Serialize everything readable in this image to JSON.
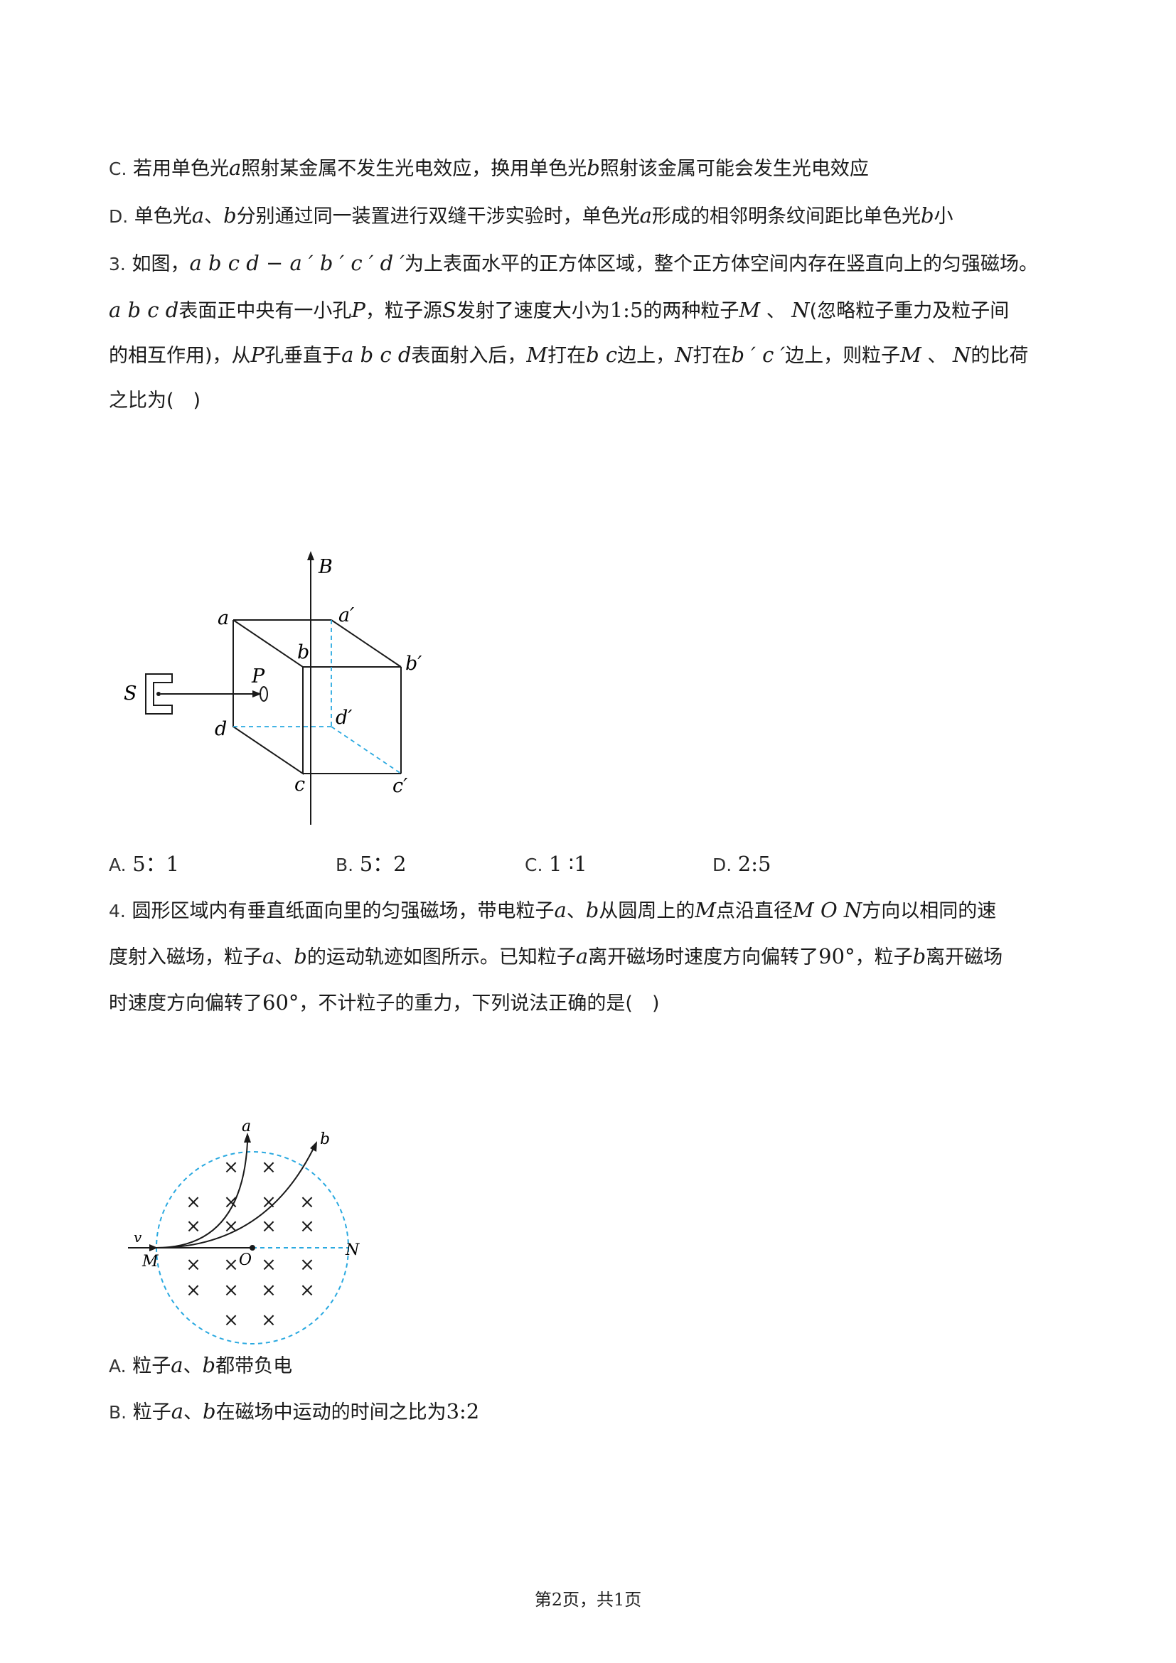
{
  "lineC": {
    "label": "C.",
    "t1": "若用单色光",
    "v1": "a",
    "t2": "照射某金属不发生光电效应，换用单色光",
    "v2": "b",
    "t3": "照射该金属可能会发生光电效应"
  },
  "lineD": {
    "label": "D.",
    "t1": "单色光",
    "v1": "a",
    "t2": "、",
    "v2": "b",
    "t3": "分别通过同一装置进行双缝干涉实验时，单色光",
    "v3": "a",
    "t4": "形成的相邻明条纹间距比单色光",
    "v4": "b",
    "t5": "小"
  },
  "q3": {
    "l1": {
      "num": "3.",
      "t1": "如图，",
      "v1": "a b c d − a ′ b ′ c ′ d ′",
      "t2": "为上表面水平的正方体区域，整个正方体空间内存在竖直向上的匀强磁场。"
    },
    "l2": {
      "v1": "a b c d",
      "t1": "表面正中央有一小孔",
      "v2": "P",
      "t2": "，粒子源",
      "v3": "S",
      "t3": "发射了速度大小为",
      "n1": "1:5",
      "t4": "的两种粒子",
      "v4": "M",
      "t5": "、",
      "v5": "N",
      "t6": "(忽略粒子重力及粒子间"
    },
    "l3": {
      "t1": "的相互作用)，从",
      "v1": "P",
      "t2": "孔垂直于",
      "v2": "a b c d",
      "t3": "表面射入后，",
      "v3": "M",
      "t4": "打在",
      "v4": "b c",
      "t5": "边上，",
      "v5": "N",
      "t6": "打在",
      "v6": "b ′ c ′",
      "t7": "边上，则粒子",
      "v7": "M",
      "t8": "、",
      "v8": "N",
      "t9": "的比荷"
    },
    "l4": {
      "t1": "之比为(　)"
    },
    "fig_labels": {
      "B": "B",
      "a": "a",
      "a1": "a′",
      "b": "b",
      "b1": "b′",
      "c": "c",
      "c1": "c′",
      "d": "d",
      "d1": "d′",
      "S": "S",
      "P": "P"
    },
    "options": [
      {
        "label": "A.",
        "value": "5：1"
      },
      {
        "label": "B.",
        "value": "5：2"
      },
      {
        "label": "C.",
        "value": "1 ∶1"
      },
      {
        "label": "D.",
        "value": "2:5"
      }
    ]
  },
  "q4": {
    "l1": {
      "num": "4.",
      "t1": "圆形区域内有垂直纸面向里的匀强磁场，带电粒子",
      "v1": "a",
      "t2": "、",
      "v2": "b",
      "t3": "从圆周上的",
      "v3": "M",
      "t4": "点沿直径",
      "v4": "M O N",
      "t5": "方向以相同的速"
    },
    "l2": {
      "t1": "度射入磁场，粒子",
      "v1": "a",
      "t2": "、",
      "v2": "b",
      "t3": "的运动轨迹如图所示。已知粒子",
      "v3": "a",
      "t4": "离开磁场时速度方向偏转了",
      "n1": "90°",
      "t5": "，粒子",
      "v4": "b",
      "t6": "离开磁场"
    },
    "l3": {
      "t1": "时速度方向偏转了",
      "n1": "60°",
      "t2": "，不计粒子的重力，下列说法正确的是(　)"
    },
    "fig_labels": {
      "a": "a",
      "b": "b",
      "v": "v",
      "M": "M",
      "O": "O",
      "N": "N",
      "cross": "×"
    },
    "optA": {
      "label": "A.",
      "t1": "粒子",
      "v1": "a",
      "t2": "、",
      "v2": "b",
      "t3": "都带负电"
    },
    "optB": {
      "label": "B.",
      "t1": "粒子",
      "v1": "a",
      "t2": "、",
      "v2": "b",
      "t3": "在磁场中运动的时间之比为",
      "n1": "3:2"
    }
  },
  "footer": "第2页，共1页",
  "colors": {
    "dashed": "#2aa9e0",
    "ink": "#1a1a1a"
  }
}
